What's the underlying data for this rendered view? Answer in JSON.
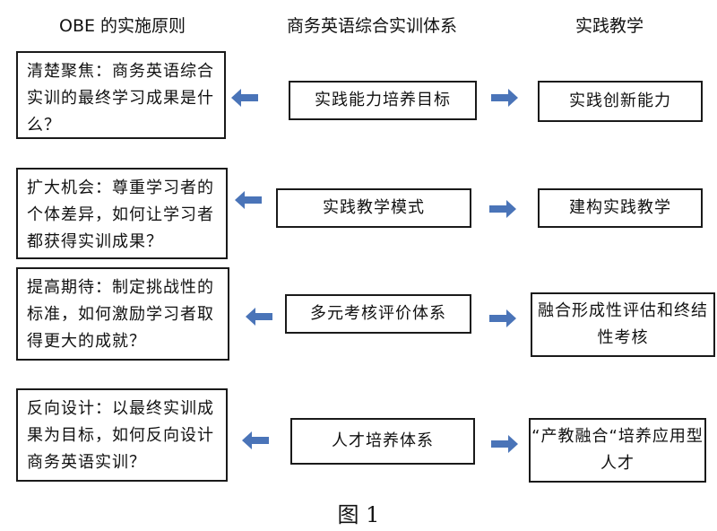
{
  "headers": {
    "left": "OBE 的实施原则",
    "center": "商务英语综合实训体系",
    "right": "实践教学"
  },
  "rows": [
    {
      "principle": "清楚聚焦：商务英语综合实训的最终学习成果是什么？",
      "system": "实践能力培养目标",
      "practice": "实践创新能力"
    },
    {
      "principle": "扩大机会：尊重学习者的个体差异，如何让学习者都获得实训成果？",
      "system": "实践教学模式",
      "practice": "建构实践教学"
    },
    {
      "principle": "提高期待：制定挑战性的标准，如何激励学习者取得更大的成就？",
      "system": "多元考核评价体系",
      "practice": "融合形成性评估和终结性考核"
    },
    {
      "principle": "反向设计：以最终实训成果为目标，如何反向设计商务英语实训？",
      "system": "人才培养体系",
      "practice": "“产教融合“培养应用型人才"
    }
  ],
  "caption": "图 1",
  "colors": {
    "arrow": "#4a74b8",
    "border": "#1a1a1a"
  }
}
